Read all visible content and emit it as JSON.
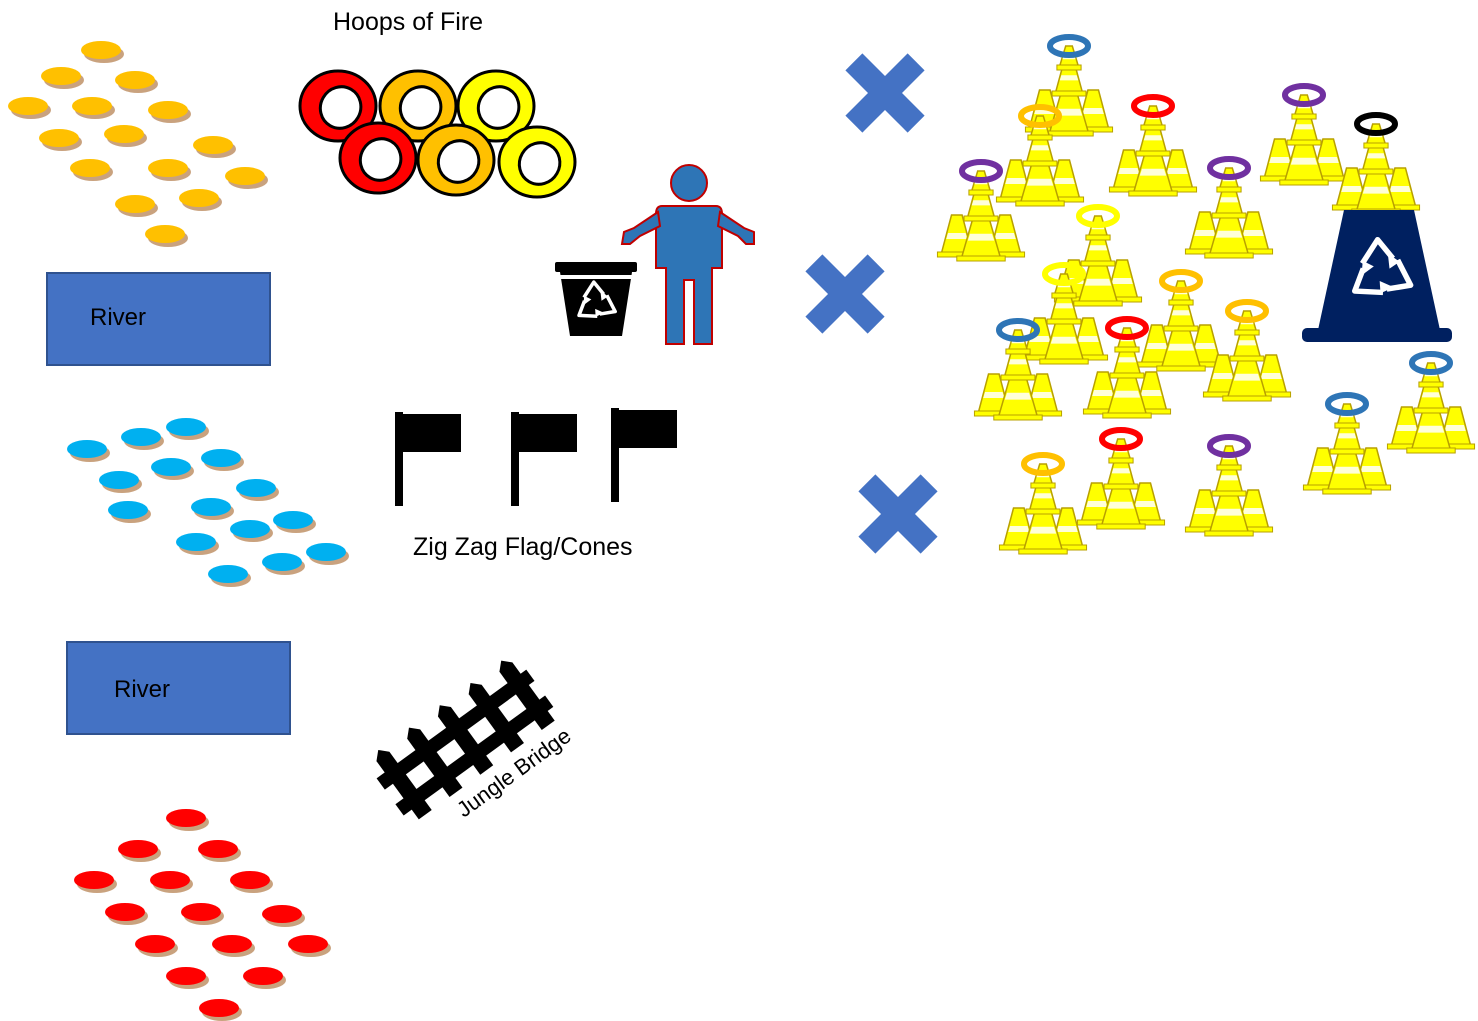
{
  "labels": {
    "hoops_of_fire": "Hoops of Fire",
    "river_1": "River",
    "river_2": "River",
    "zig_zag": "Zig Zag Flag/Cones",
    "jungle_bridge": "Jungle Bridge"
  },
  "colors": {
    "orange_spot": "#ffc000",
    "blue_spot": "#00b0f0",
    "red_spot": "#ff0000",
    "spot_shadow": "#c9a27e",
    "river": "#4472c4",
    "cross": "#4472c4",
    "cone_yellow": "#ffff00",
    "cone_outline": "#b8a000",
    "bin_navy": "#002060",
    "person_blue": "#2e75b6",
    "person_outline": "#c00000",
    "hoop_red": "#ff0000",
    "hoop_orange": "#ffc000",
    "hoop_yellow": "#ffff00"
  },
  "icons": [
    "recycle-bin-icon",
    "person-shrug-icon",
    "flag-icon",
    "cross-icon",
    "cone-stack-icon",
    "ring-icon",
    "bridge-icon"
  ],
  "stations": {
    "hoops": [
      "red",
      "orange",
      "yellow",
      "red",
      "orange",
      "yellow"
    ],
    "flags_count": 3,
    "cross_markers_count": 3,
    "cone_ring_colors": [
      "blue",
      "orange",
      "red",
      "purple",
      "purple",
      "black",
      "purple",
      "yellow",
      "yellow",
      "orange",
      "orange",
      "blue",
      "red",
      "blue",
      "blue",
      "orange",
      "red",
      "purple"
    ]
  }
}
